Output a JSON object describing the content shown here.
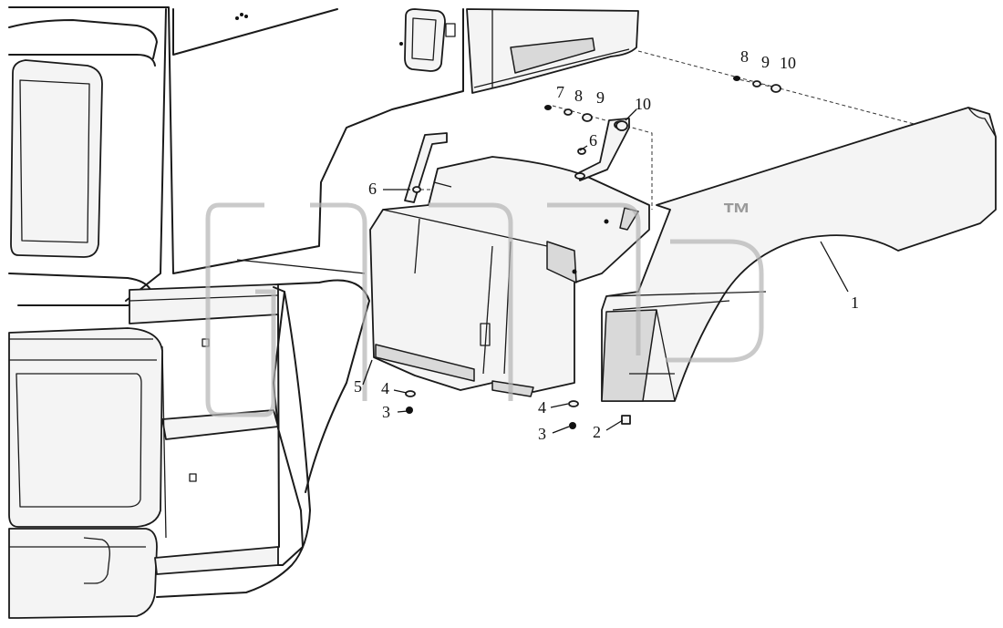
{
  "watermark": {
    "mark": "™"
  },
  "callouts": {
    "c1": "1",
    "c2": "2",
    "c3a": "3",
    "c3b": "3",
    "c4a": "4",
    "c4b": "4",
    "c5": "5",
    "c6a": "6",
    "c6b": "6",
    "c7": "7",
    "c8a": "8",
    "c8b": "8",
    "c9a": "9",
    "c9b": "9",
    "c10a": "10",
    "c10b": "10"
  }
}
